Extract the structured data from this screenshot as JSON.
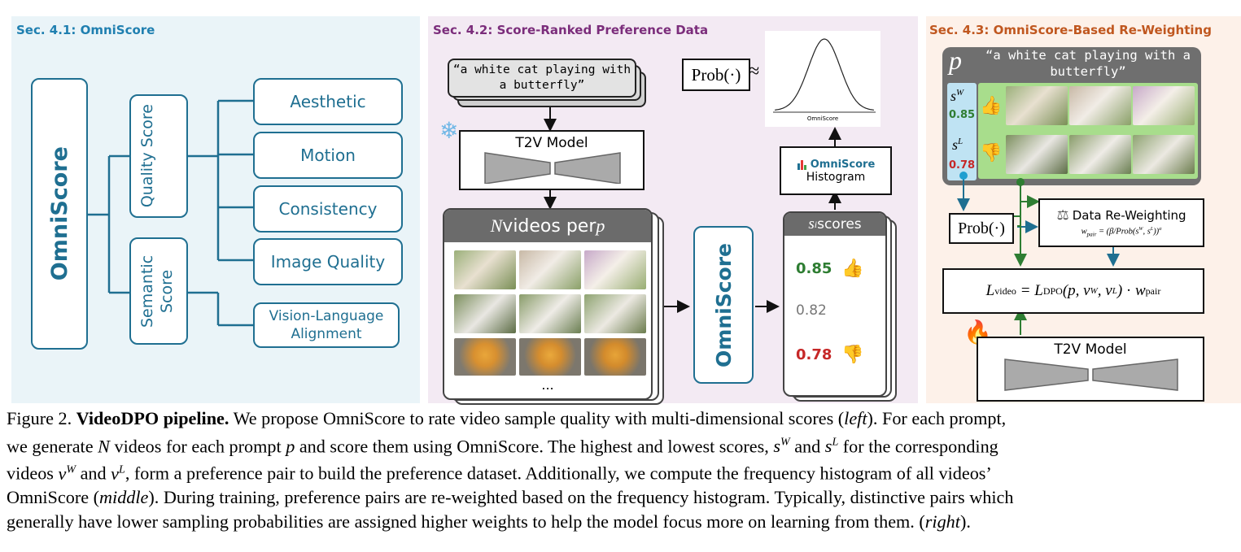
{
  "panel1": {
    "title": "Sec. 4.1: OmniScore",
    "root": "OmniScore",
    "quality": "Quality Score",
    "semantic": "Semantic Score",
    "leaves": [
      "Aesthetic",
      "Motion",
      "Consistency",
      "Image Quality",
      "Vision-Language Alignment"
    ]
  },
  "panel2": {
    "title": "Sec. 4.2: Score-Ranked Preference Data",
    "prompt": "“a white cat playing with a butterfly”",
    "model": "T2V Model",
    "videos_header_n": "N",
    "videos_header_mid": " videos per ",
    "videos_header_p": "p",
    "ellipsis": "...",
    "omniscore": "OmniScore",
    "scores_header_s": "s",
    "scores_header_sub": "i",
    "scores_header_rest": " scores",
    "score_high": "0.85",
    "score_mid": "0.82",
    "score_low": "0.78",
    "prob": "Prob(·)",
    "approx": "≈",
    "hist_xlabel": "OmniScore",
    "hist_logo": "OmniScore",
    "hist_label": "Histogram"
  },
  "panel3": {
    "title": "Sec. 4.3: OmniScore-Based Re-Weighting",
    "p": "p",
    "prompt": "“a white cat playing with a butterfly”",
    "sw_label": "s",
    "sw_sup": "W",
    "sw_value": "0.85",
    "sl_label": "s",
    "sl_sup": "L",
    "sl_value": "0.78",
    "prob": "Prob(·)",
    "reweight_title": "Data Re-Weighting",
    "model": "T2V Model"
  },
  "caption": {
    "fig": "Figure 2. ",
    "bold": "VideoDPO pipeline.",
    "t1": " We propose OmniScore to rate video sample quality with multi-dimensional scores (",
    "left": "left",
    "t2": "). For each prompt,",
    "t3": "we generate ",
    "N": "N",
    "t4": " videos for each prompt ",
    "p": "p",
    "t5": " and score them using OmniScore. The highest and lowest scores, ",
    "t6": " and ",
    "t7": " for the corresponding",
    "t8": "videos ",
    "t9": " and ",
    "t10": ", form a preference pair to build the preference dataset. Additionally, we compute the frequency histogram of all videos’",
    "t11": "OmniScore (",
    "middle": "middle",
    "t12": "). During training, preference pairs are re-weighted based on the frequency histogram. Typically, distinctive pairs which",
    "t13": "generally have lower sampling probabilities are assigned higher weights to help the model focus more on learning from them. (",
    "right": "right",
    "t14": ")."
  },
  "colors": {
    "blue": "#1f6f91",
    "green": "#2e7d32",
    "red": "#c62828",
    "purple": "#7b2d7b",
    "orange": "#c0571f"
  }
}
